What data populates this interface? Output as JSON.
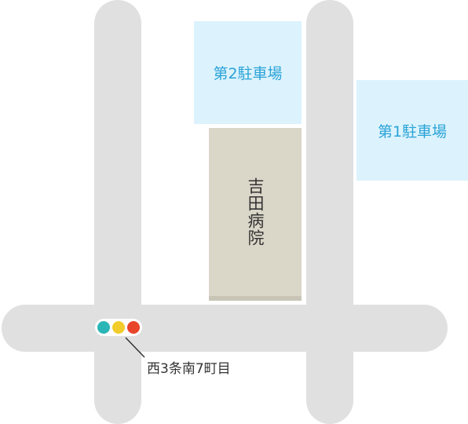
{
  "map": {
    "parking_2": "第2駐車場",
    "parking_1": "第1駐車場",
    "hospital": "吉田病院",
    "intersection": "西3条南7町目",
    "signal_colors": [
      "#2ab6b6",
      "#f1cc2b",
      "#e8452a"
    ],
    "colors": {
      "road": "#e0e0e0",
      "parking_bg": "#dcf3fd",
      "parking_text": "#2aa3d7",
      "hospital_bg": "#dad6c8"
    }
  }
}
